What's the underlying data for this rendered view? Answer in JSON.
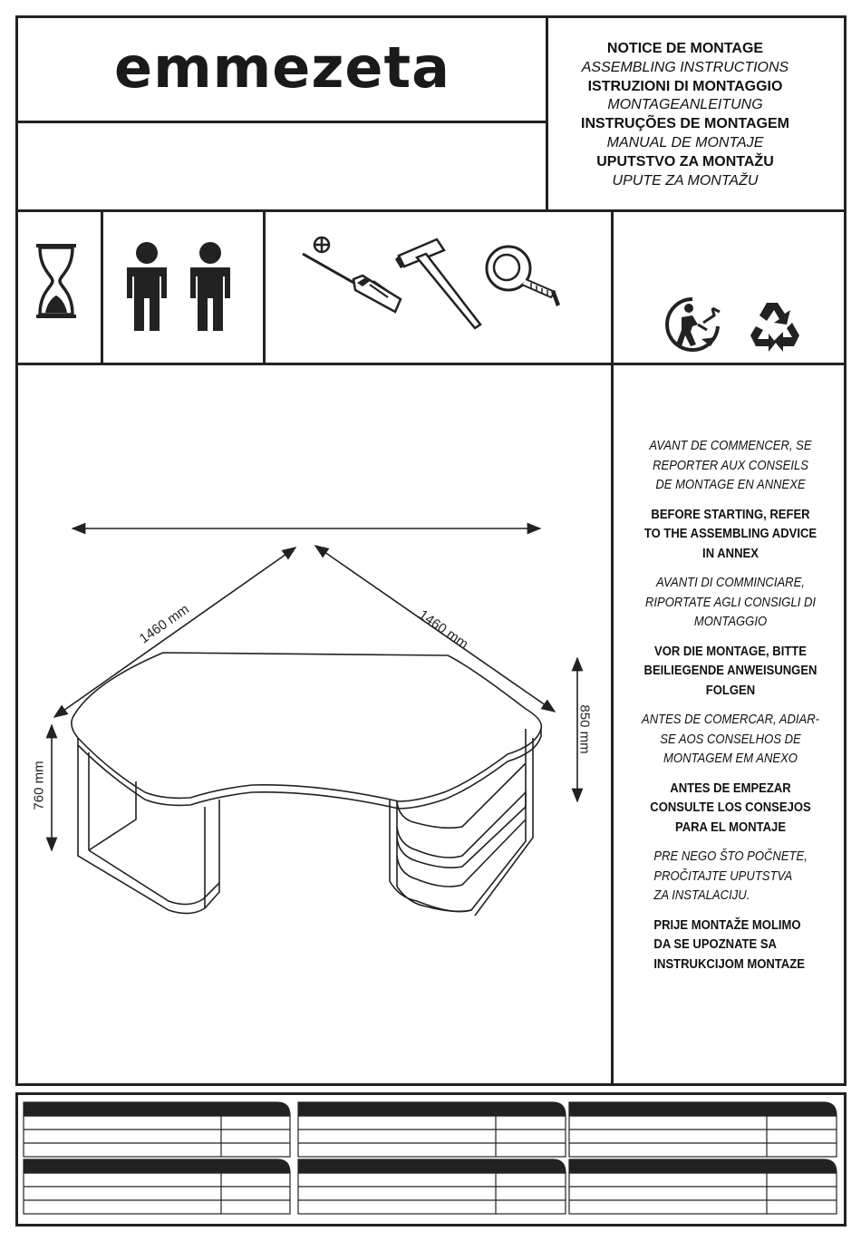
{
  "brand": {
    "logo_text": "emmezeta"
  },
  "header_titles": [
    {
      "text": "NOTICE DE MONTAGE",
      "style": "bold"
    },
    {
      "text": "ASSEMBLING INSTRUCTIONS",
      "style": "italic"
    },
    {
      "text": "ISTRUZIONI DI MONTAGGIO",
      "style": "bold"
    },
    {
      "text": "MONTAGEANLEITUNG",
      "style": "italic"
    },
    {
      "text": "INSTRUÇÕES DE MONTAGEM",
      "style": "bold"
    },
    {
      "text": "MANUAL DE MONTAJE",
      "style": "italic"
    },
    {
      "text": "UPUTSTVO ZA MONTAŽU",
      "style": "bold"
    },
    {
      "text": "UPUTE ZA MONTAŽU",
      "style": "italic"
    }
  ],
  "icons": [
    "hourglass-icon",
    "two-persons-icon",
    "phillips-screwdriver-icon",
    "hammer-icon",
    "tape-measure-icon",
    "tidyman-icon",
    "recycle-icon"
  ],
  "dimensions": {
    "left_diagonal": "1460 mm",
    "right_diagonal": "1460 mm",
    "desk_height": "760 mm",
    "total_height": "850 mm"
  },
  "notes": [
    {
      "text": "AVANT DE COMMENCER, SE\nREPORTER AUX CONSEILS\nDE MONTAGE EN ANNEXE",
      "style": "italic"
    },
    {
      "text": "BEFORE STARTING, REFER\nTO THE ASSEMBLING ADVICE\nIN ANNEX",
      "style": "bold"
    },
    {
      "text": "AVANTI DI COMMINCIARE,\nRIPORTATE AGLI CONSIGLI DI\nMONTAGGIO",
      "style": "italic"
    },
    {
      "text": "VOR DIE MONTAGE, BITTE\nBEILIEGENDE ANWEISUNGEN\nFOLGEN",
      "style": "bold"
    },
    {
      "text": "ANTES DE COMERCAR, ADIAR-\nSE AOS CONSELHOS DE\nMONTAGEM EM ANEXO",
      "style": "italic"
    },
    {
      "text": "ANTES DE EMPEZAR\nCONSULTE LOS CONSEJOS\nPARA EL MONTAJE",
      "style": "bold"
    },
    {
      "text": "PRE NEGO ŠTO POČNETE,\nPROČITAJTE UPUTSTVA\n ZA INSTALACIJU.",
      "style": "italic-left"
    },
    {
      "text": "PRIJE MONTAŽE MOLIMO\n DA SE UPOZNATE SA\nINSTRUKCIJOM MONTAZE",
      "style": "bold-left"
    }
  ],
  "colors": {
    "ink": "#222222",
    "paper": "#ffffff"
  }
}
